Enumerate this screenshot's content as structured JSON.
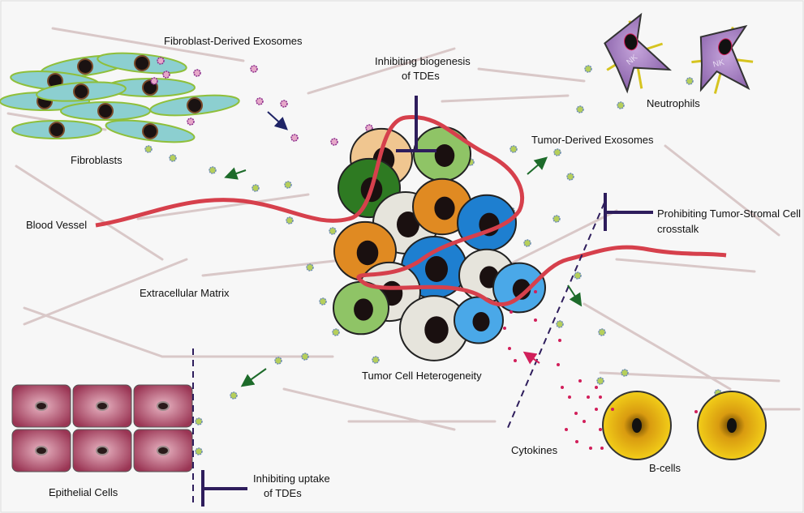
{
  "labels": {
    "fibroblast_exosomes": "Fibroblast-Derived Exosomes",
    "inhibit_biogenesis_1": "Inhibiting biogenesis",
    "inhibit_biogenesis_2": "of TDEs",
    "neutrophils": "Neutrophils",
    "nk": "NK",
    "tumor_exosomes": "Tumor-Derived Exosomes",
    "fibroblasts": "Fibroblasts",
    "blood_vessel": "Blood Vessel",
    "prohibit_crosstalk_1": "Prohibiting Tumor-Stromal Cell",
    "prohibit_crosstalk_2": "crosstalk",
    "ecm": "Extracellular Matrix",
    "heterogeneity": "Tumor Cell Heterogeneity",
    "epithelial": "Epithelial Cells",
    "inhibit_uptake_1": "Inhibiting uptake",
    "inhibit_uptake_2": "of TDEs",
    "cytokines": "Cytokines",
    "bcells": "B-cells"
  },
  "colors": {
    "vessel": "#d6404c",
    "inhibitor": "#2e1d5c",
    "arrow_green": "#1d6b2a",
    "arrow_navy": "#1f2466",
    "cytokine": "#d11f5a",
    "fibroblast_fill": "#8ccfd0",
    "fibroblast_edge": "#8fbf3a",
    "nk_fill": "#9a73b8",
    "bcell_fill": "#f2cf1a",
    "epithelial_fill": "#a8405e"
  }
}
